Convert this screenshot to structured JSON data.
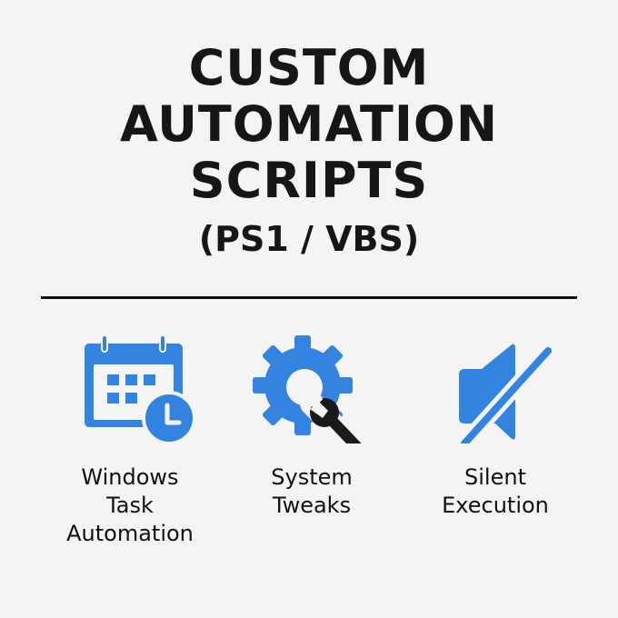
{
  "header": {
    "title_lines": [
      "CUSTOM",
      "AUTOMATION",
      "SCRIPTS"
    ],
    "subtitle": "(PS1 / VBS)"
  },
  "colors": {
    "background": "#f4f4f4",
    "text": "#161616",
    "accent_blue": "#3384e0",
    "icon_dark": "#1a1a1a",
    "divider": "#111111"
  },
  "features": [
    {
      "icon": "calendar-clock-icon",
      "label_lines": [
        "Windows",
        "Task",
        "Automation"
      ]
    },
    {
      "icon": "gear-wrench-icon",
      "label_lines": [
        "System",
        "Tweaks"
      ]
    },
    {
      "icon": "speaker-muted-icon",
      "label_lines": [
        "Silent",
        "Execution"
      ]
    }
  ]
}
